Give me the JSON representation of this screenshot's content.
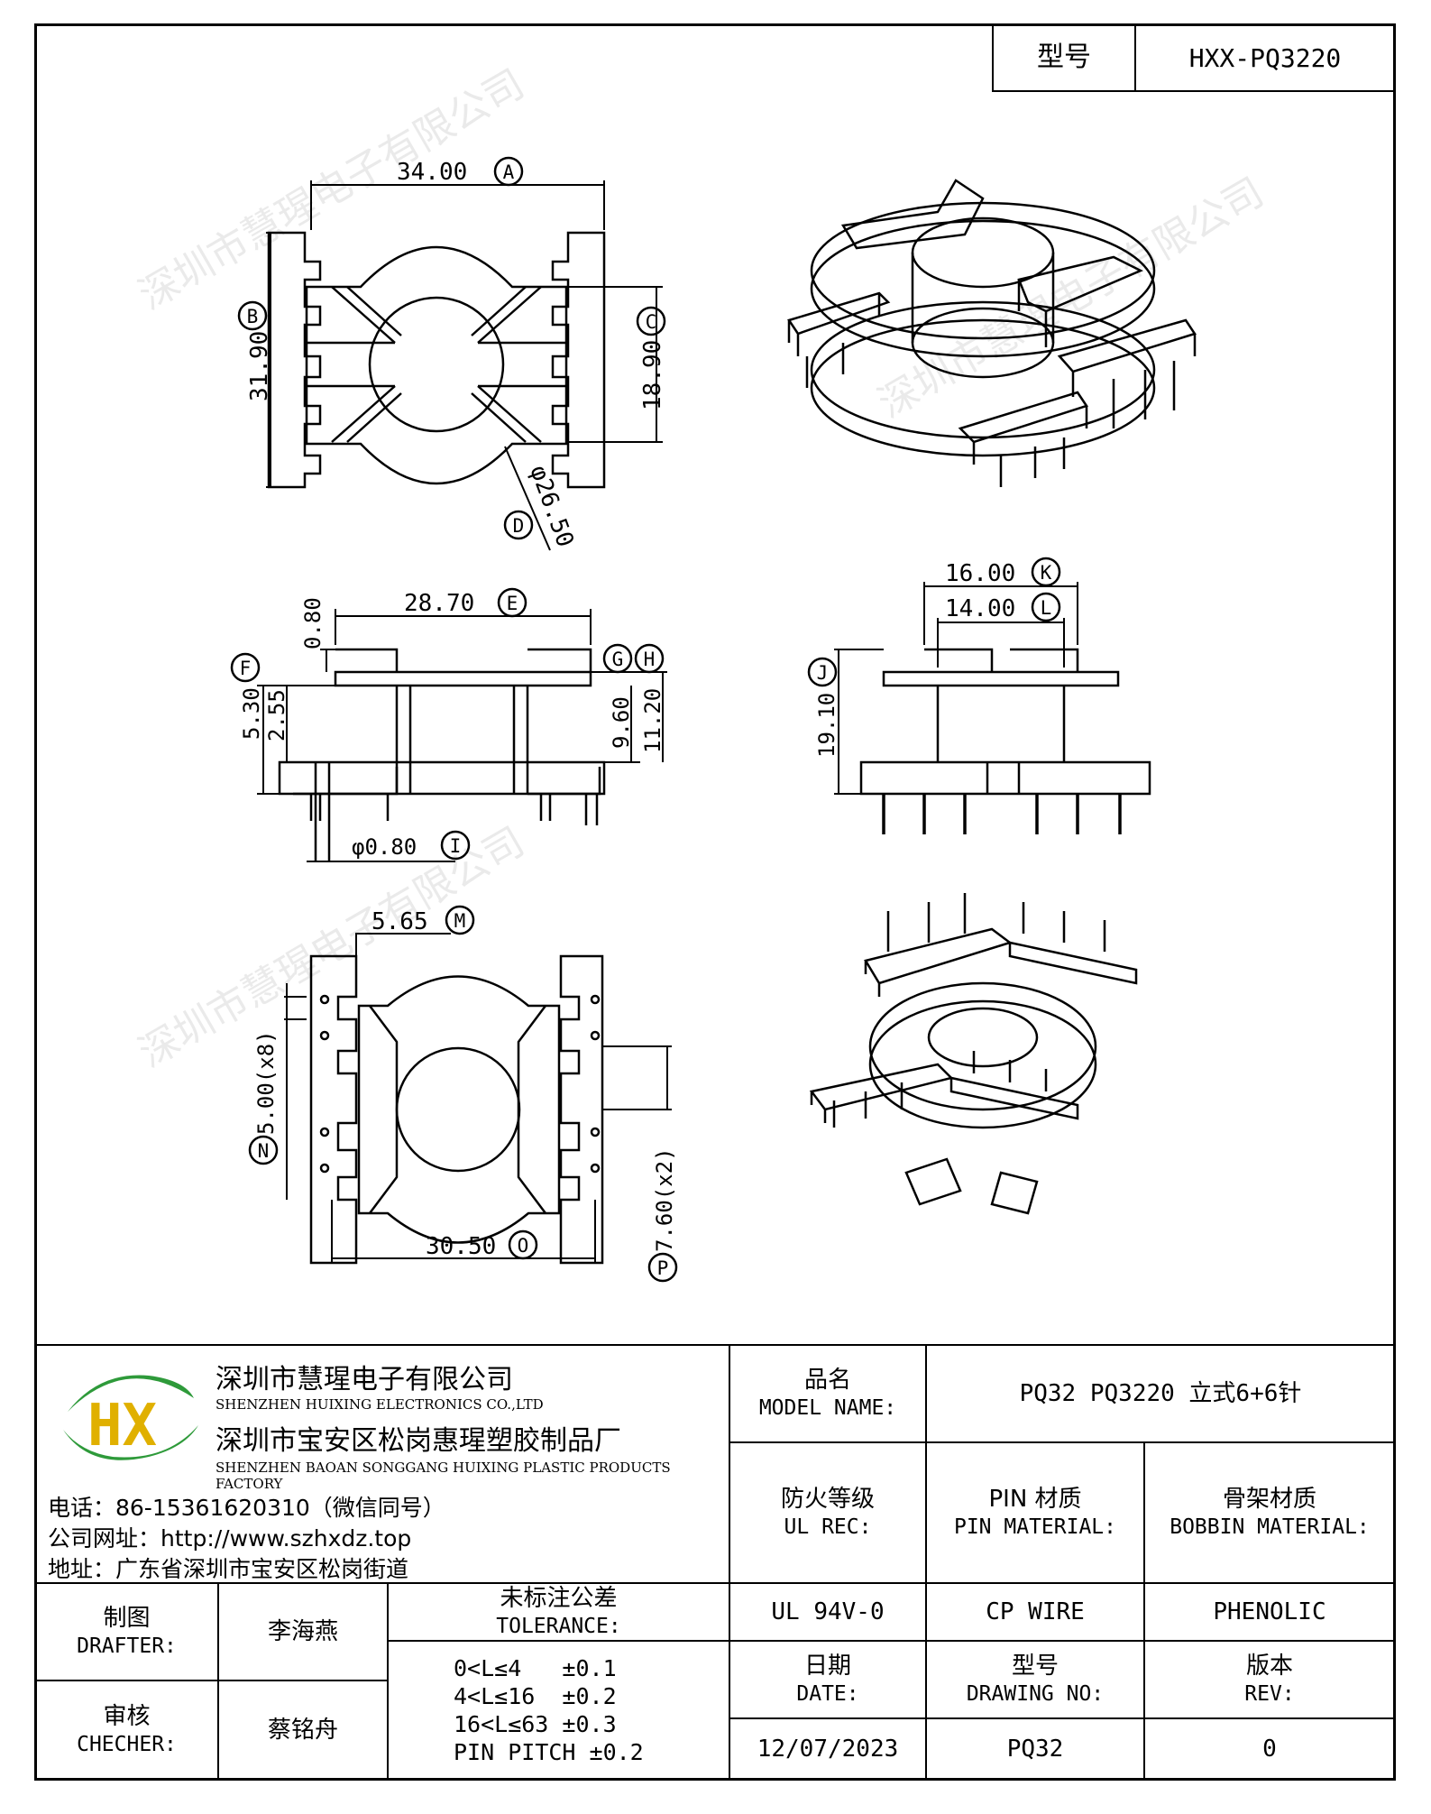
{
  "header": {
    "model_label": "型号",
    "model_value": "HXX-PQ3220"
  },
  "drawing": {
    "dim_a": "34.00",
    "tag_a": "A",
    "dim_b": "31.90",
    "tag_b": "B",
    "dim_c": "18.90",
    "tag_c": "C",
    "dim_d": "φ26.50",
    "tag_d": "D",
    "dim_e": "28.70",
    "tag_e": "E",
    "dim_080": "0.80",
    "dim_f": "5.30",
    "tag_f": "F",
    "dim_255": "2.55",
    "tag_g": "G",
    "tag_h": "H",
    "dim_960": "9.60",
    "dim_1120": "11.20",
    "dim_i": "φ0.80",
    "tag_i": "I",
    "dim_k": "16.00",
    "tag_k": "K",
    "dim_l": "14.00",
    "tag_l": "L",
    "dim_j": "19.10",
    "tag_j": "J",
    "dim_m": "5.65",
    "tag_m": "M",
    "dim_n": "5.00(x8)",
    "tag_n": "N",
    "dim_o": "30.50",
    "tag_o": "O",
    "dim_p": "7.60(x2)",
    "tag_p": "P"
  },
  "company": {
    "logo_letters": "HX",
    "name_cn": "深圳市慧瑆电子有限公司",
    "name_en": "SHENZHEN HUIXING ELECTRONICS CO.,LTD",
    "factory_cn": "深圳市宝安区松岗惠瑆塑胶制品厂",
    "factory_en": "SHENZHEN BAOAN SONGGANG HUIXING PLASTIC PRODUCTS FACTORY",
    "phone": "电话：86-15361620310（微信同号）",
    "website": "公司网址：http://www.szhxdz.top",
    "address": "地址：广东省深圳市宝安区松岗街道"
  },
  "watermark": "深圳市慧瑆电子有限公司",
  "title_block": {
    "model_name_cn": "品名",
    "model_name_en": "MODEL NAME:",
    "model_name_value": "PQ32 PQ3220 立式6+6针",
    "ul_cn": "防火等级",
    "ul_en": "UL REC:",
    "pin_cn": "PIN 材质",
    "pin_en": "PIN MATERIAL:",
    "bobbin_cn": "骨架材质",
    "bobbin_en": "BOBBIN MATERIAL:",
    "ul_value": "UL 94V-0",
    "pin_value": "CP WIRE",
    "bobbin_value": "PHENOLIC",
    "drafter_cn": "制图",
    "drafter_en": "DRAFTER:",
    "drafter_value": "李海燕",
    "checker_cn": "审核",
    "checker_en": "CHECHER:",
    "checker_value": "蔡铭舟",
    "tolerance_cn": "未标注公差",
    "tolerance_en": "TOLERANCE:",
    "tolerance_lines": [
      "0<L≤4   ±0.1",
      "4<L≤16  ±0.2",
      "16<L≤63 ±0.3",
      "PIN PITCH ±0.2"
    ],
    "date_cn": "日期",
    "date_en": "DATE:",
    "date_value": "12/07/2023",
    "drawing_no_cn": "型号",
    "drawing_no_en": "DRAWING NO:",
    "drawing_no_value": "PQ32",
    "rev_cn": "版本",
    "rev_en": "REV:",
    "rev_value": "0"
  }
}
